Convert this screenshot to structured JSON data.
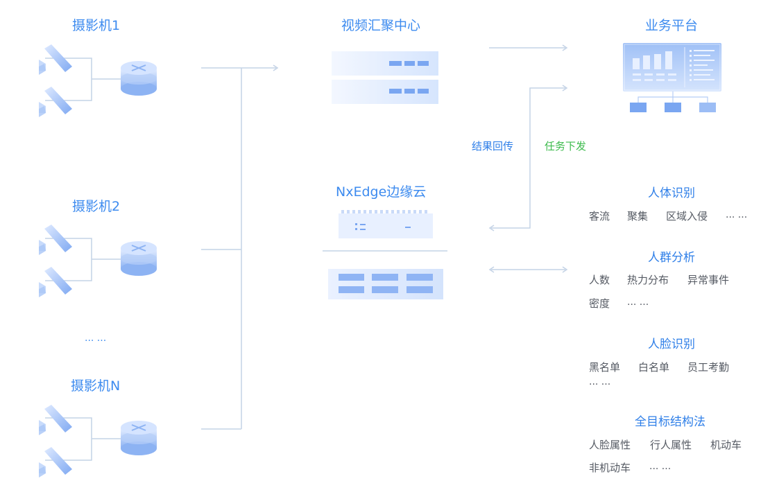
{
  "colors": {
    "accent": "#3d8bef",
    "green": "#3dbb4d",
    "line": "#c4d3e6",
    "text": "#555a63"
  },
  "cameras": {
    "group1_label": "摄影机1",
    "group2_label": "摄影机2",
    "ellipsis": "... ...",
    "groupN_label": "摄影机N"
  },
  "center": {
    "video_hub_title": "视频汇聚中心",
    "edge_cloud_title": "NxEdge边缘云"
  },
  "links": {
    "result_return": "结果回传",
    "task_dispatch": "任务下发"
  },
  "business": {
    "title": "业务平台"
  },
  "services": [
    {
      "title": "人体识别",
      "rows": [
        [
          "客流",
          "聚集",
          "区域入侵",
          "... ..."
        ]
      ]
    },
    {
      "title": "人群分析",
      "rows": [
        [
          "人数",
          "热力分布",
          "异常事件"
        ],
        [
          "密度",
          "... ..."
        ]
      ]
    },
    {
      "title": "人脸识别",
      "rows": [
        [
          "黑名单",
          "白名单",
          "员工考勤"
        ],
        [
          "... ..."
        ]
      ]
    },
    {
      "title": "全目标结构法",
      "rows": [
        [
          "人脸属性",
          "行人属性",
          "机动车"
        ],
        [
          "非机动车",
          "... ..."
        ]
      ]
    }
  ]
}
